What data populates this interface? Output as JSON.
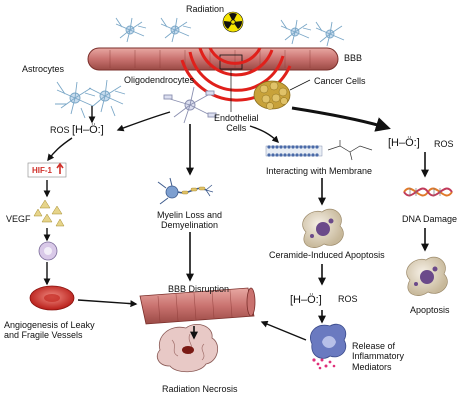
{
  "labels": {
    "radiation": "Radiation",
    "bbb_top": "BBB",
    "astrocytes": "Astrocytes",
    "oligodendrocytes": "Oligodendrocytes",
    "cancer_cells": "Cancer Cells",
    "endothelial_cells": "Endothelial\nCells",
    "ros_left": "ROS",
    "ros_right": "ROS",
    "ros_middle": "ROS",
    "hif": "HIF-1",
    "vegf": "VEGF",
    "myelin": "Myelin Loss and\nDemyelination",
    "interacting": "Interacting with Membrane",
    "dna_damage": "DNA Damage",
    "ceramide": "Ceramide-Induced Apoptosis",
    "apoptosis": "Apoptosis",
    "bbb_disruption": "BBB Disruption",
    "angiogenesis": "Angiogenesis of Leaky\nand Fragile Vessels",
    "release": "Release of\nInflammatory\nMediators",
    "necrosis": "Radiation Necrosis",
    "hydroxyl": "H–Ö:"
  },
  "colors": {
    "vessel": "#c9726f",
    "vessel_dark": "#8c3a36",
    "radiation_waves": "#e0201b",
    "astrocyte": "#7aa7c7",
    "cancer": "#c8a23a",
    "red_cell": "#d0302a",
    "arrow": "#111111"
  },
  "icons": [
    "radiation-icon",
    "astrocyte-icon",
    "oligodendrocyte-icon",
    "cancer-cells-icon",
    "neuron-icon",
    "membrane-icon",
    "dna-icon",
    "apoptotic-cell-icon",
    "vegf-icon",
    "red-blood-cell-icon",
    "brain-icon",
    "macrophage-icon",
    "vessel-icon"
  ]
}
